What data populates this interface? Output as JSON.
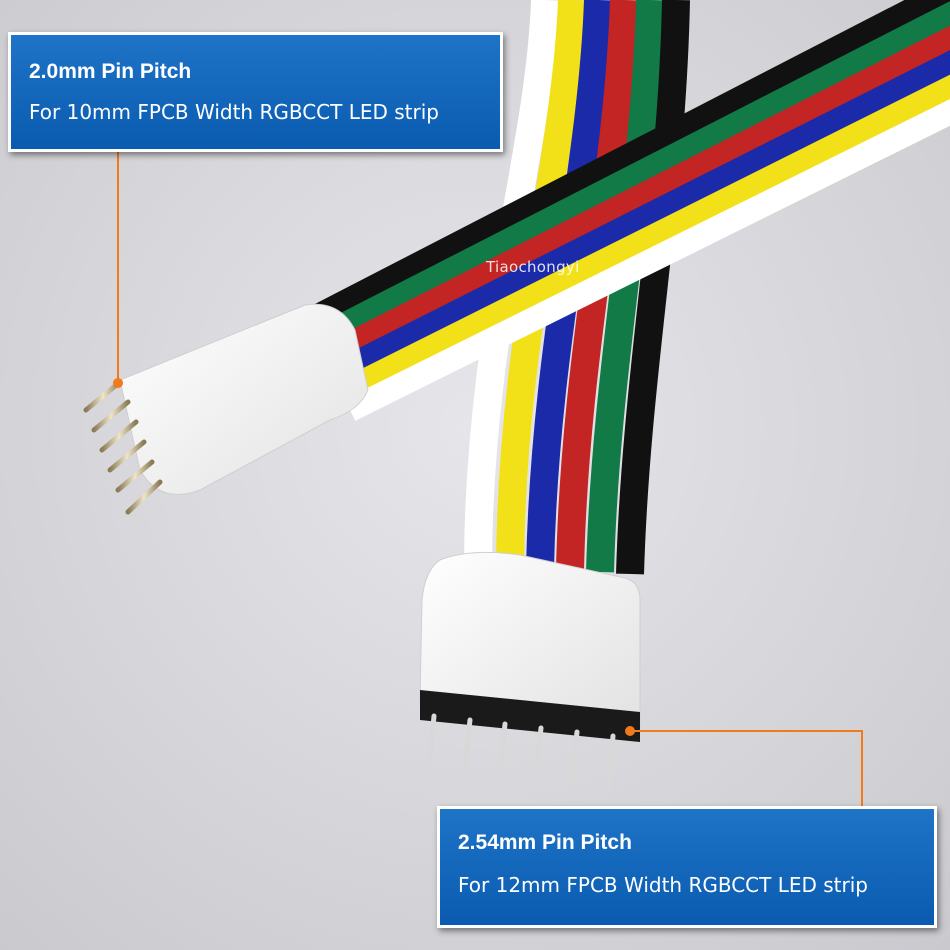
{
  "callouts": [
    {
      "title": "2.0mm Pin Pitch",
      "description": "For 10mm  FPCB Width RGBCCT LED strip"
    },
    {
      "title": "2.54mm Pin Pitch",
      "description": "For 12mm  FPCB Width RGBCCT LED strip"
    }
  ],
  "watermark": "Tiaochongyi",
  "colors": {
    "background": "#d9d9dd",
    "callout_fill": "#0a5bb0",
    "leader_line": "#f07a1c",
    "wire_colors": [
      "#ffffff",
      "#f2e018",
      "#1b2aa8",
      "#c32424",
      "#117a47",
      "#111111"
    ]
  }
}
